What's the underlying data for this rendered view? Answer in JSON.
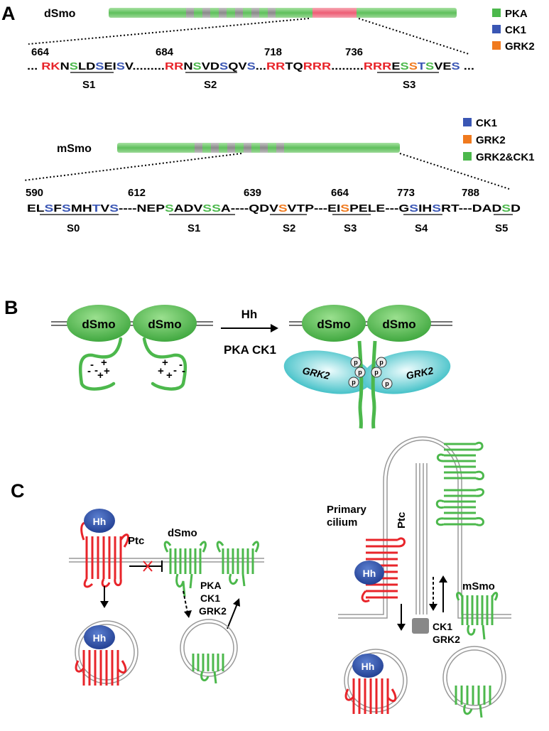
{
  "panels": {
    "a": "A",
    "b": "B",
    "c": "C"
  },
  "colors": {
    "pka": "#4cb84c",
    "ck1": "#3a56b4",
    "grk2": "#f07a1e",
    "basic": "#e8242a",
    "protein_green": "#5cc35c",
    "ptc_red": "#e8242a",
    "hh_blue": "#2b4ea2",
    "grk2_teal": "#3cc6cc"
  },
  "panel_a": {
    "dsmo_label": "dSmo",
    "msmo_label": "mSmo",
    "legend_top": [
      {
        "label": "PKA",
        "color": "#4cb84c"
      },
      {
        "label": "CK1",
        "color": "#3a56b4"
      },
      {
        "label": "GRK2",
        "color": "#f07a1e"
      }
    ],
    "legend_bottom": [
      {
        "label": "CK1",
        "color": "#3a56b4"
      },
      {
        "label": "GRK2",
        "color": "#f07a1e"
      },
      {
        "label": "GRK2&CK1",
        "color": "#4cb84c"
      }
    ],
    "dsmo_numbers": [
      "664",
      "684",
      "718",
      "736"
    ],
    "dsmo_sites": [
      "S1",
      "S2",
      "S3"
    ],
    "msmo_numbers": [
      "590",
      "612",
      "639",
      "664",
      "773",
      "788"
    ],
    "msmo_sites": [
      "S0",
      "S1",
      "S2",
      "S3",
      "S4",
      "S5"
    ]
  },
  "panel_b": {
    "dsmo": "dSmo",
    "hh": "Hh",
    "kinases": "PKA CK1",
    "grk2": "GRK2",
    "p": "p"
  },
  "panel_c": {
    "hh": "Hh",
    "ptc": "Ptc",
    "dsmo": "dSmo",
    "pka": "PKA",
    "ck1": "CK1",
    "grk2": "GRK2",
    "cilium_line1": "Primary",
    "cilium_line2": "cilium",
    "msmo": "mSmo"
  }
}
